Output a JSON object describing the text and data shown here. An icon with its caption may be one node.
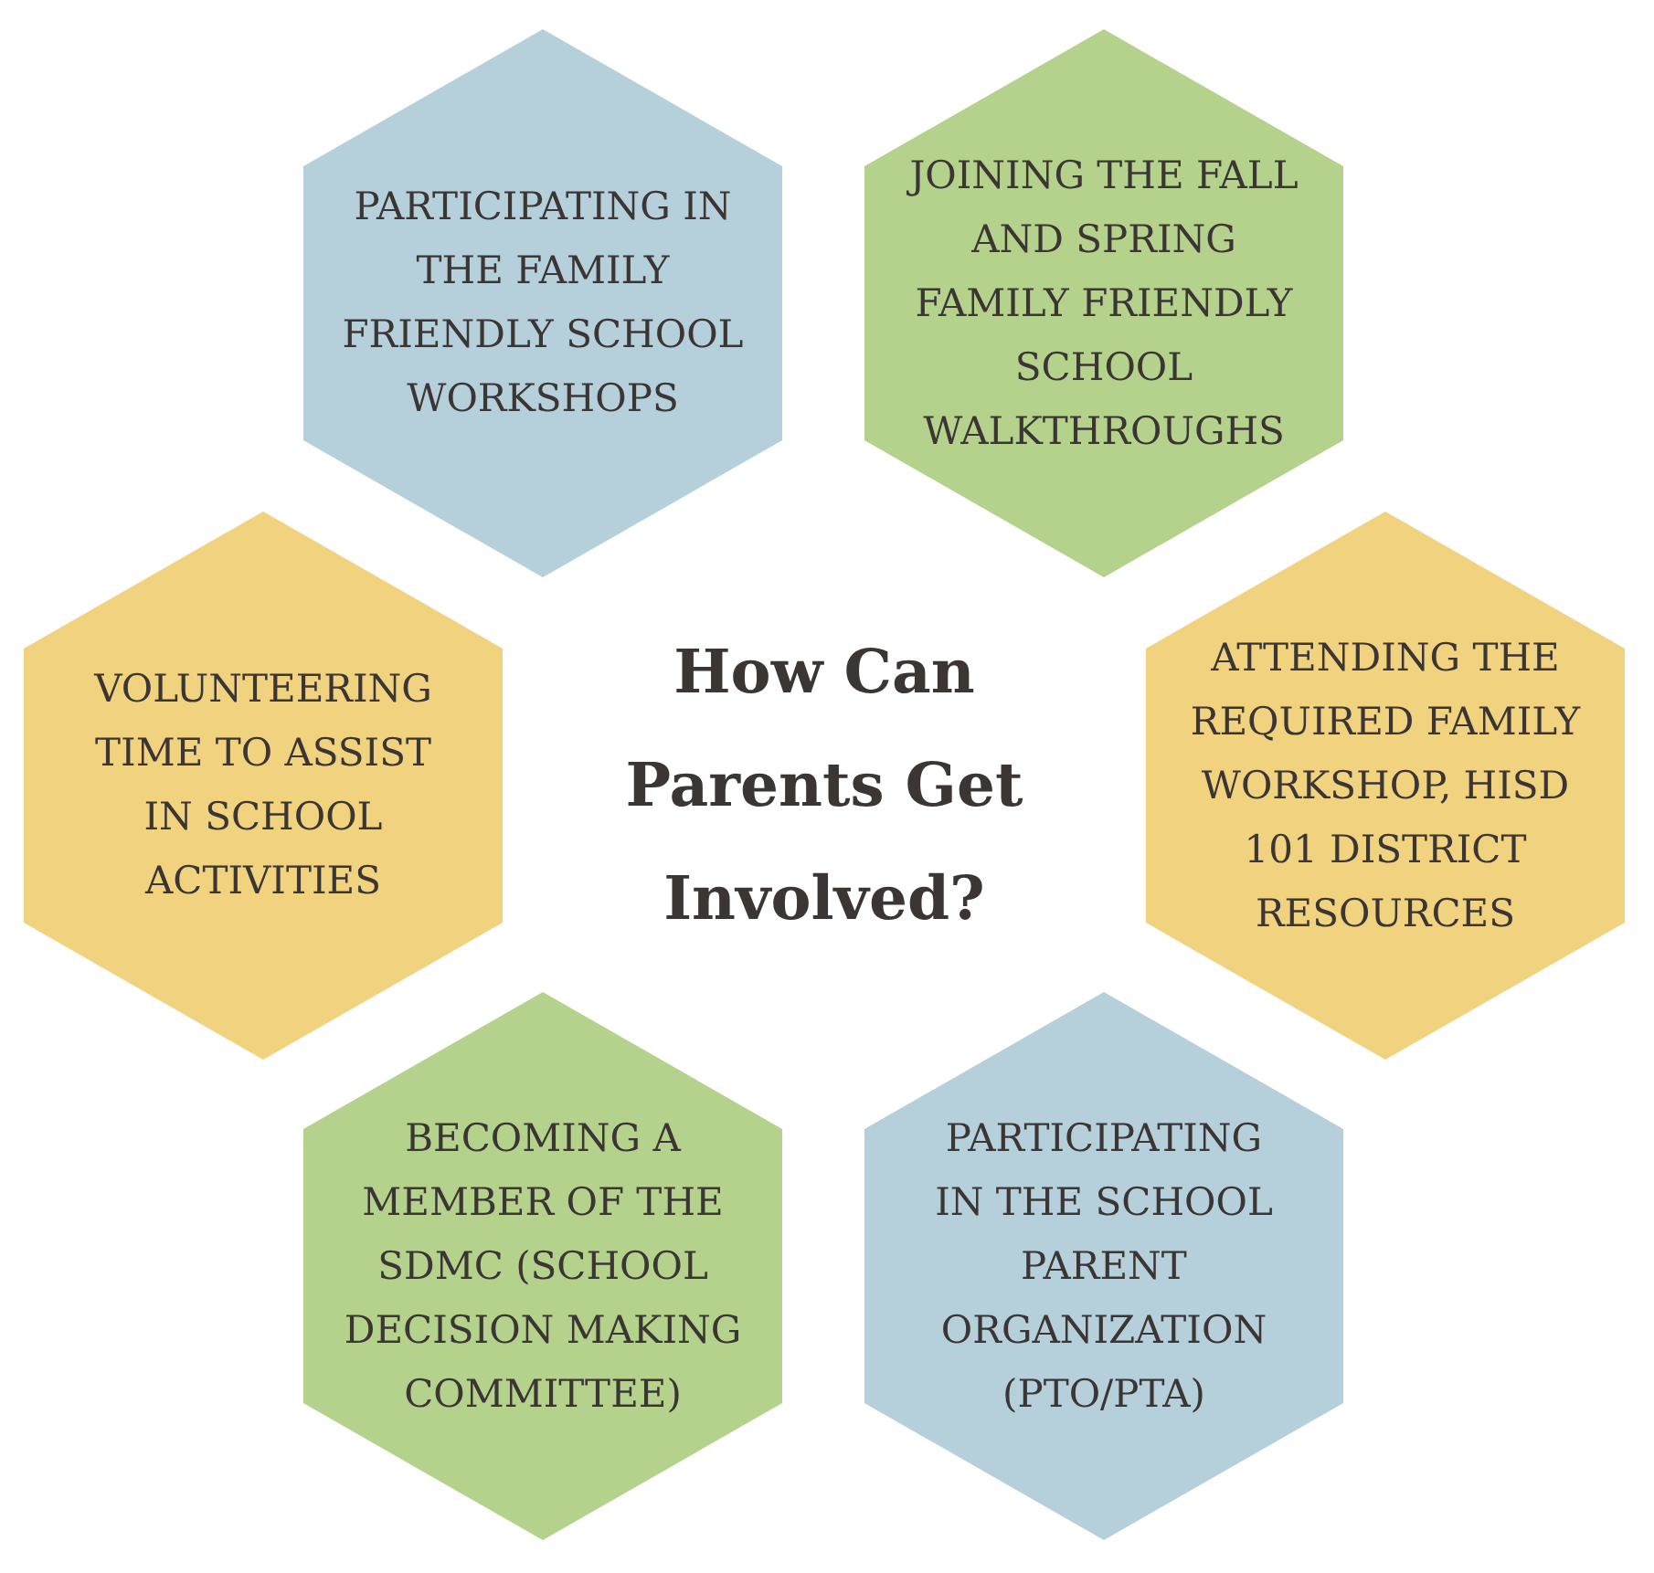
{
  "diagram": {
    "title": "How Can Parents Get Involved?",
    "nodes": [
      {
        "text": [
          "PARTICIPATING IN THE FAMILY FRIENDLY SCHOOL WORKSHOPS"
        ]
      },
      {
        "text": [
          "JOINING THE FALL AND SPRING FAMILY FRIENDLY SCHOOL WALKTHROUGHS"
        ]
      },
      {
        "text": [
          "VOLUNTEERING TIME TO ASSIST IN SCHOOL ACTIVITIES"
        ]
      },
      {
        "text": [
          "ATTENDING THE REQUIRED FAMILY WORKSHOP, HISD 101 DISTRICT RESOURCES"
        ]
      },
      {
        "text": [
          "BECOMING A MEMBER OF THE SDMC (SCHOOL DECISION MAKING COMMITTEE)"
        ]
      },
      {
        "text": [
          "PARTICIPATING IN THE SCHOOL PARENT ORGANIZATION (PTO/PTA)"
        ]
      }
    ]
  }
}
